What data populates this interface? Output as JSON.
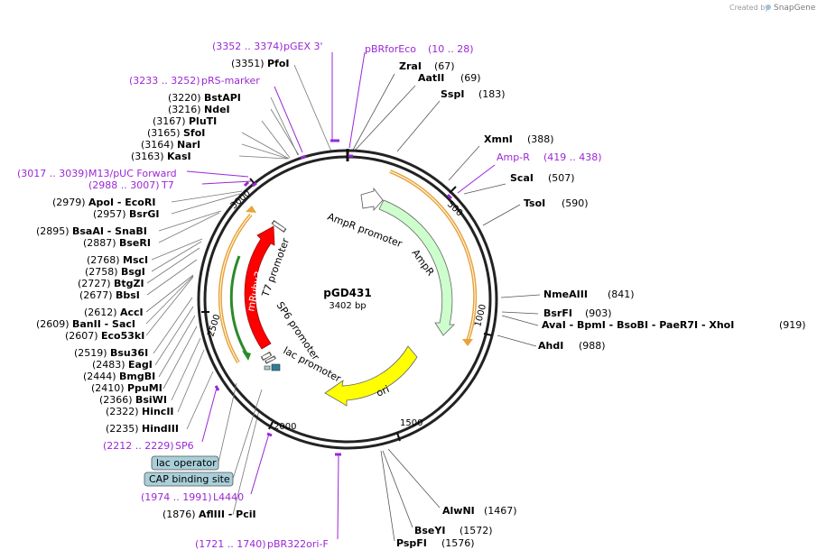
{
  "credit": {
    "prefix": "Created by",
    "brand": "SnapGene"
  },
  "plasmid": {
    "name": "pGD431",
    "length": "3402 bp"
  },
  "ticks": [
    "500",
    "1000",
    "1500",
    "2000",
    "2500",
    "3000"
  ],
  "features": {
    "ampr_promoter": "AmpR promoter",
    "ampr": "AmpR",
    "ori": "ori",
    "mruby3": "mRuby3",
    "t7_promoter": "T7 promoter",
    "sp6_promoter": "SP6 promoter",
    "lac_promoter": "lac promoter",
    "lac_operator": "lac operator",
    "cap_site": "CAP binding site"
  },
  "sites_right": [
    {
      "name": "ZraI",
      "pos": "(67)"
    },
    {
      "name": "AatII",
      "pos": "(69)"
    },
    {
      "name": "SspI",
      "pos": "(183)"
    },
    {
      "name": "XmnI",
      "pos": "(388)"
    },
    {
      "name": "ScaI",
      "pos": "(507)"
    },
    {
      "name": "TsoI",
      "pos": "(590)"
    },
    {
      "name": "NmeAIII",
      "pos": "(841)"
    },
    {
      "name": "BsrFI",
      "pos": "(903)"
    },
    {
      "name": "AvaI - BpmI - BsoBI - PaeR7I - XhoI",
      "pos": "(919)"
    },
    {
      "name": "AhdI",
      "pos": "(988)"
    },
    {
      "name": "AlwNI",
      "pos": "(1467)"
    },
    {
      "name": "BseYI",
      "pos": "(1572)"
    },
    {
      "name": "PspFI",
      "pos": "(1576)"
    }
  ],
  "sites_left": [
    {
      "pos": "(3351)",
      "name": "PfoI"
    },
    {
      "pos": "(3220)",
      "name": "BstAPI"
    },
    {
      "pos": "(3216)",
      "name": "NdeI"
    },
    {
      "pos": "(3167)",
      "name": "PluTI"
    },
    {
      "pos": "(3165)",
      "name": "SfoI"
    },
    {
      "pos": "(3164)",
      "name": "NarI"
    },
    {
      "pos": "(3163)",
      "name": "KasI"
    },
    {
      "pos": "(2979)",
      "name": "ApoI - EcoRI"
    },
    {
      "pos": "(2957)",
      "name": "BsrGI"
    },
    {
      "pos": "(2895)",
      "name": "BsaAI - SnaBI"
    },
    {
      "pos": "(2887)",
      "name": "BseRI"
    },
    {
      "pos": "(2768)",
      "name": "MscI"
    },
    {
      "pos": "(2758)",
      "name": "BsgI"
    },
    {
      "pos": "(2727)",
      "name": "BtgZI"
    },
    {
      "pos": "(2677)",
      "name": "BbsI"
    },
    {
      "pos": "(2612)",
      "name": "AccI"
    },
    {
      "pos": "(2609)",
      "name": "BanII - SacI"
    },
    {
      "pos": "(2607)",
      "name": "Eco53kI"
    },
    {
      "pos": "(2519)",
      "name": "Bsu36I"
    },
    {
      "pos": "(2483)",
      "name": "EagI"
    },
    {
      "pos": "(2444)",
      "name": "BmgBI"
    },
    {
      "pos": "(2410)",
      "name": "PpuMI"
    },
    {
      "pos": "(2366)",
      "name": "BsiWI"
    },
    {
      "pos": "(2322)",
      "name": "HincII"
    },
    {
      "pos": "(2235)",
      "name": "HindIII"
    },
    {
      "pos": "(1876)",
      "name": "AflIII - PciI"
    }
  ],
  "primers": [
    {
      "range": "(3352 .. 3374)",
      "name": "pGEX 3'"
    },
    {
      "range": "(10 .. 28)",
      "name": "pBRforEco"
    },
    {
      "range": "(3233 .. 3252)",
      "name": "pRS-marker"
    },
    {
      "range": "(419 .. 438)",
      "name": "Amp-R"
    },
    {
      "range": "(3017 .. 3039)",
      "name": "M13/pUC Forward"
    },
    {
      "range": "(2988 .. 3007)",
      "name": "T7"
    },
    {
      "range": "(2212 .. 2229)",
      "name": "SP6"
    },
    {
      "range": "(1974 .. 1991)",
      "name": "L4440"
    },
    {
      "range": "(1721 .. 1740)",
      "name": "pBR322ori-F"
    }
  ],
  "colors": {
    "primer": "#9b27d6",
    "ampr_fill": "#ccffcc",
    "ori_fill": "#ffff00",
    "mruby_fill": "#ff0000",
    "orf": "#e8a33a",
    "orf_inner": "#2a8a2a",
    "box_fill": "#a9cfd9"
  }
}
